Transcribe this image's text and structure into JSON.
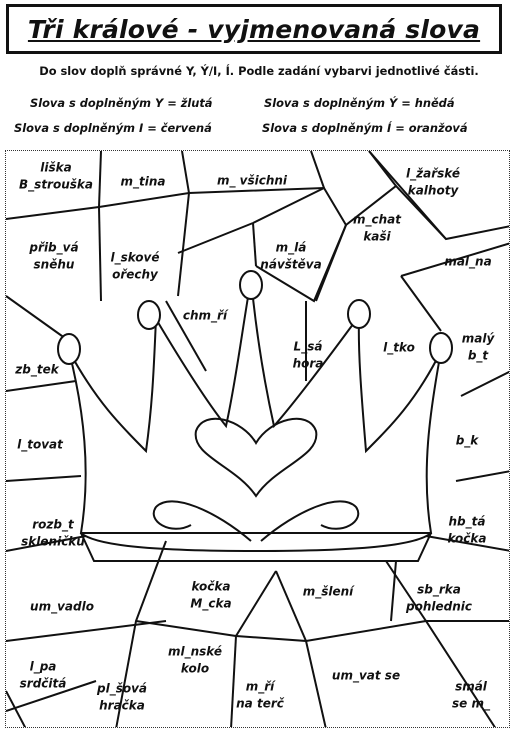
{
  "title": "Tři králové - vyjmenovaná slova",
  "instructions": {
    "main": "Do slov doplň správné Y, Ý/I, Í. Podle zadání vybarvi jednotlivé části.",
    "rule_y": "Slova s doplněným Y = žlutá",
    "rule_y_long": "Slova s doplněným Ý = hnědá",
    "rule_i": "Slova s doplněným I = červená",
    "rule_i_long": "Slova s doplněným Í = oranžová"
  },
  "words": {
    "liska": [
      "liška",
      "B_strouška"
    ],
    "mtina": [
      "m_tina"
    ],
    "mvsichni": [
      "m_ všichni"
    ],
    "lzarske": [
      "l_žařské",
      "kalhoty"
    ],
    "pribva": [
      "přib_vá",
      "sněhu"
    ],
    "lskove": [
      "l_skové",
      "ořechy"
    ],
    "mla": [
      "m_lá",
      "návštěva"
    ],
    "mchat": [
      "m_chat",
      "kaši"
    ],
    "malna": [
      "mal_na"
    ],
    "chmri": [
      "chm_ří"
    ],
    "lsa": [
      "L_sá",
      "hora"
    ],
    "ltko": [
      "l_tko"
    ],
    "malybt": [
      "malý",
      "b_t"
    ],
    "zbtek": [
      "zb_tek"
    ],
    "ltovat": [
      "l_tovat"
    ],
    "bk": [
      "b_k"
    ],
    "rozbt": [
      "rozb_t",
      "skleničku"
    ],
    "hbta": [
      "hb_tá",
      "kočka"
    ],
    "mcka": [
      "kočka",
      "M_cka"
    ],
    "mslení": [
      "m_šlení"
    ],
    "sbrka": [
      "sb_rka",
      "pohlednic"
    ],
    "umvadlo": [
      "um_vadlo"
    ],
    "lpa": [
      "l_pa",
      "srdčitá"
    ],
    "mlnske": [
      "ml_nské",
      "kolo"
    ],
    "plsova": [
      "pl_šová",
      "hračka"
    ],
    "mri": [
      "m_ří",
      "na terč"
    ],
    "umvat": [
      "um_vat se"
    ],
    "smal": [
      "smál",
      "se m_"
    ]
  }
}
